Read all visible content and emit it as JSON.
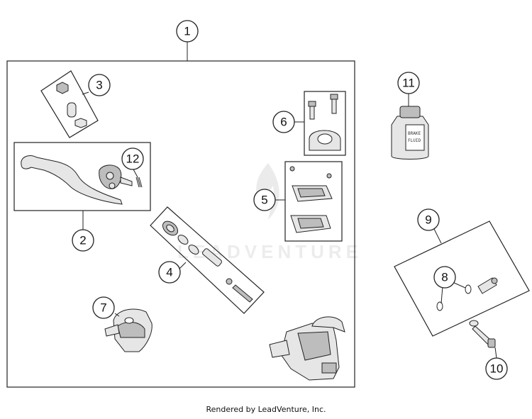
{
  "callouts": [
    {
      "id": "1",
      "label": "1"
    },
    {
      "id": "2",
      "label": "2"
    },
    {
      "id": "3",
      "label": "3"
    },
    {
      "id": "4",
      "label": "4"
    },
    {
      "id": "5",
      "label": "5"
    },
    {
      "id": "6",
      "label": "6"
    },
    {
      "id": "7",
      "label": "7"
    },
    {
      "id": "8",
      "label": "8"
    },
    {
      "id": "9",
      "label": "9"
    },
    {
      "id": "10",
      "label": "10"
    },
    {
      "id": "11",
      "label": "11"
    },
    {
      "id": "12",
      "label": "12"
    }
  ],
  "fluid_label": {
    "line1": "BRAKE",
    "line2": "FLUID"
  },
  "watermark": "LEADVENTURE",
  "footer": "Rendered by LeadVenture, Inc."
}
